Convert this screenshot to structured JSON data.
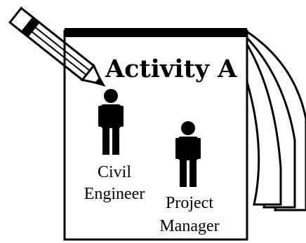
{
  "notepad": {
    "title": "Activity A"
  },
  "roles": [
    {
      "line1": "Civil",
      "line2": "Engineer"
    },
    {
      "line1": "Project",
      "line2": "Manager"
    }
  ],
  "colors": {
    "ink": "#000000",
    "paper": "#ffffff"
  },
  "icons": [
    "pencil-icon",
    "person-icon",
    "person-icon"
  ]
}
